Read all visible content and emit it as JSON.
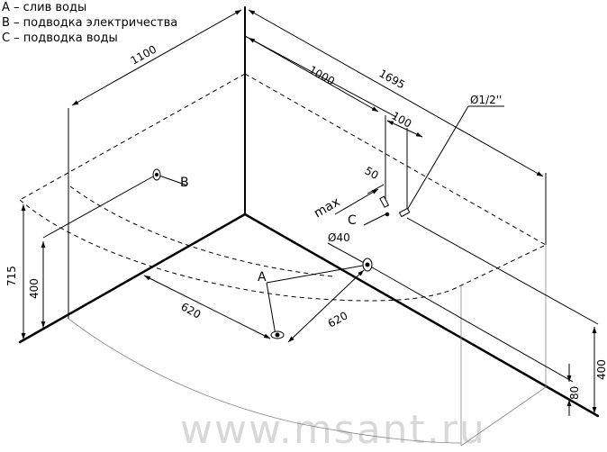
{
  "legend": {
    "a": "A – слив воды",
    "b": "B – подводка электричества",
    "c": "C – подводка воды"
  },
  "dimensions": {
    "d1100": "1100",
    "d1000": "1000",
    "d1695": "1695",
    "d100": "100",
    "d50": "50",
    "dmax": "max",
    "dpipe": "Ø1/2''",
    "d40": "Ø40",
    "d715": "715",
    "d400l": "400",
    "d400r": "400",
    "d80": "80",
    "d620a": "620",
    "d620b": "620"
  },
  "points": {
    "a": "A",
    "b": "B",
    "c": "C"
  },
  "watermark": "www.msant.ru"
}
